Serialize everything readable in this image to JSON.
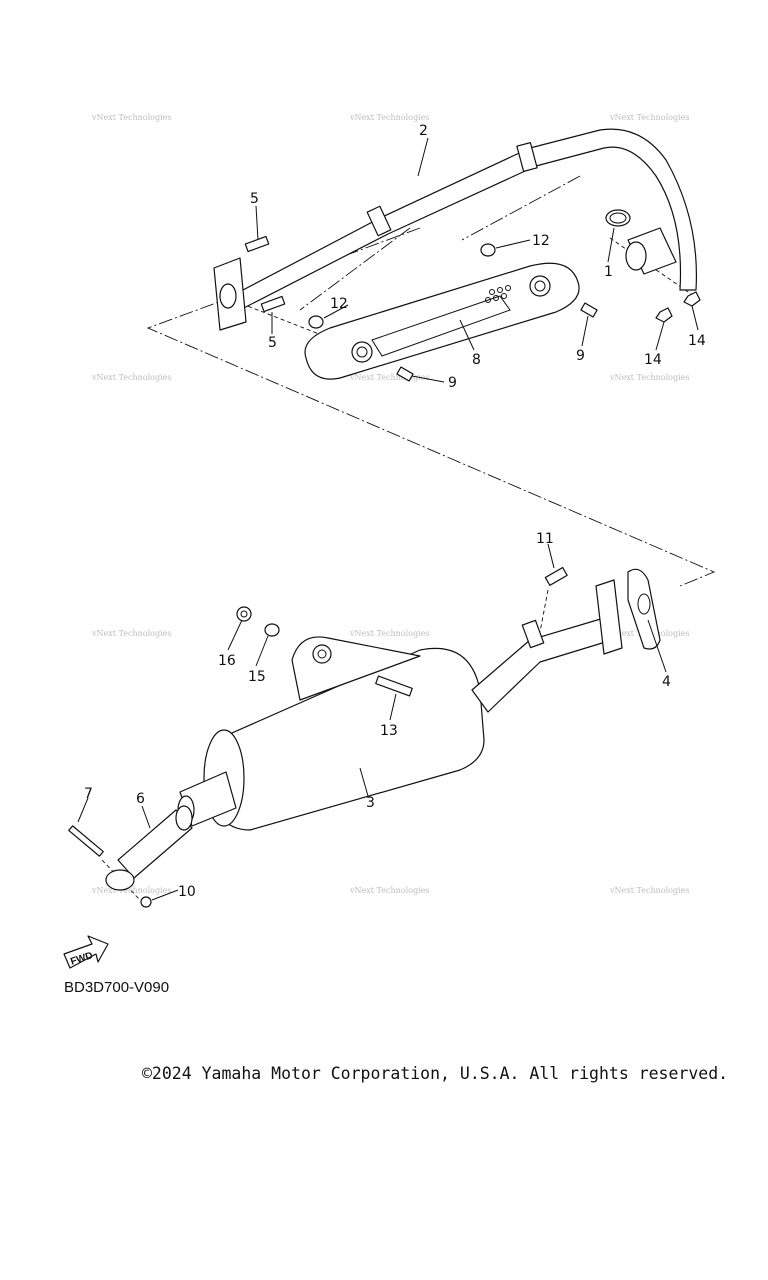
{
  "diagram_code": "BD3D700-V090",
  "copyright": "©2024 Yamaha Motor Corporation, U.S.A. All rights reserved.",
  "fwd_label": "FWD",
  "watermark": "vNext Technologies",
  "callouts": [
    {
      "id": "c1",
      "text": "1"
    },
    {
      "id": "c2",
      "text": "2"
    },
    {
      "id": "c3",
      "text": "3"
    },
    {
      "id": "c4",
      "text": "4"
    },
    {
      "id": "c5a",
      "text": "5"
    },
    {
      "id": "c5b",
      "text": "5"
    },
    {
      "id": "c6",
      "text": "6"
    },
    {
      "id": "c7",
      "text": "7"
    },
    {
      "id": "c8",
      "text": "8"
    },
    {
      "id": "c9a",
      "text": "9"
    },
    {
      "id": "c9b",
      "text": "9"
    },
    {
      "id": "c10",
      "text": "10"
    },
    {
      "id": "c11",
      "text": "11"
    },
    {
      "id": "c12a",
      "text": "12"
    },
    {
      "id": "c12b",
      "text": "12"
    },
    {
      "id": "c13",
      "text": "13"
    },
    {
      "id": "c14a",
      "text": "14"
    },
    {
      "id": "c14b",
      "text": "14"
    },
    {
      "id": "c15",
      "text": "15"
    },
    {
      "id": "c16",
      "text": "16"
    }
  ]
}
